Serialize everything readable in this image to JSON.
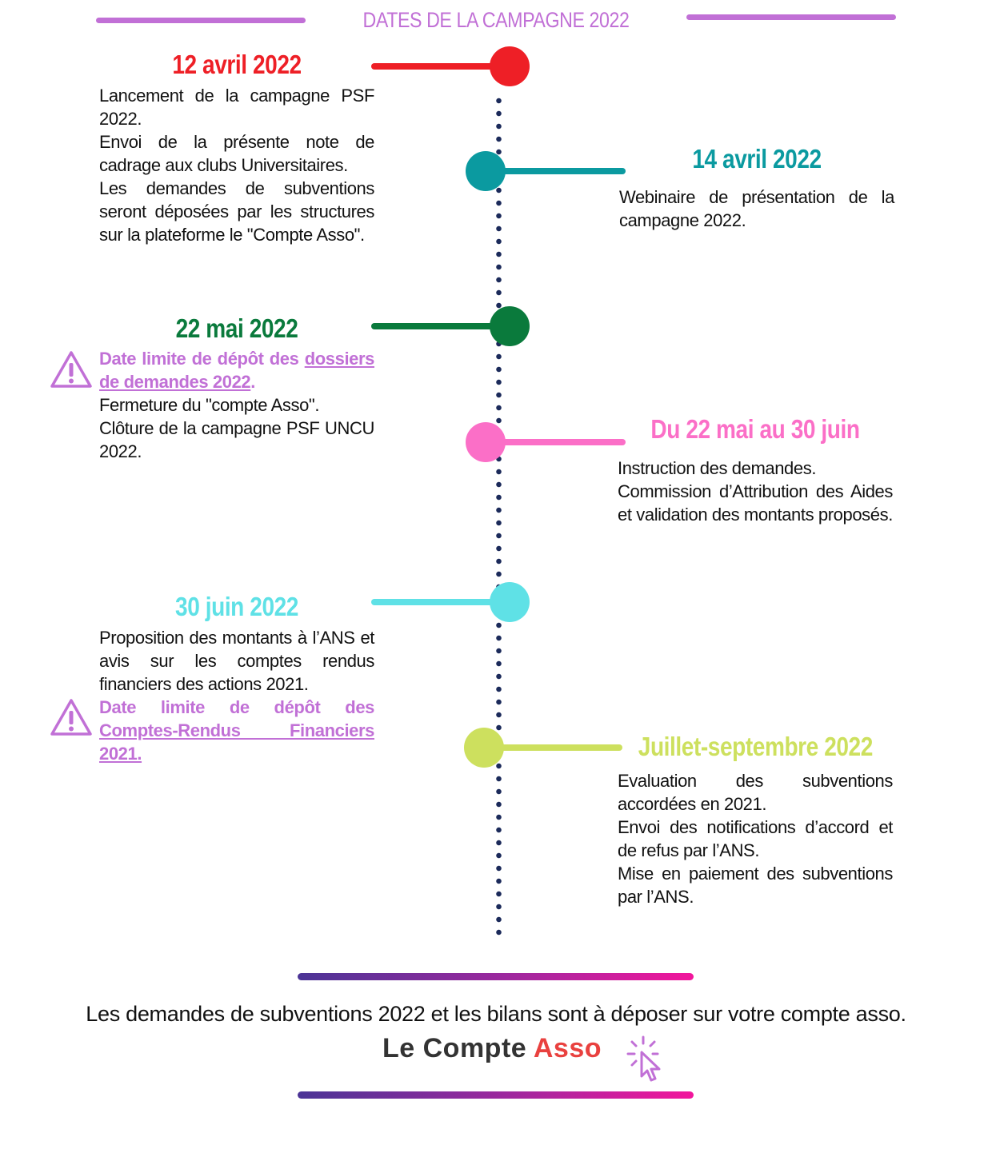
{
  "header": {
    "title": "DATES DE LA CAMPAGNE 2022"
  },
  "colors": {
    "header": "#c170d6",
    "e1": "#ee1f26",
    "e2": "#0b9aa0",
    "e3": "#0a7a3c",
    "e4": "#fb6fc7",
    "e5": "#5fe1e6",
    "e6": "#cde05e",
    "dots": "#1b2a5a",
    "warning": "#c170d6",
    "footer_gradient": [
      "#4b3496",
      "#a1279e",
      "#f2169c"
    ]
  },
  "events": [
    {
      "date": "12 avril 2022",
      "lines": [
        "Lancement de la campagne PSF 2022.",
        "Envoi de la présente note de cadrage aux clubs Universitaires.",
        "Les demandes de subventions seront déposées par les structures sur la plateforme le \"Compte Asso\"."
      ]
    },
    {
      "date": "14 avril 2022",
      "lines": [
        "Webinaire de présentation de la campagne 2022."
      ]
    },
    {
      "date": "22 mai 2022",
      "warning": {
        "prefix": "Date limite de dépôt des ",
        "link": "dossiers de demandes 2022",
        "suffix": "."
      },
      "lines": [
        "Fermeture du \"compte Asso\".",
        "Clôture de la campagne PSF UNCU 2022."
      ]
    },
    {
      "date": "Du 22 mai au 30 juin",
      "lines": [
        "Instruction des demandes.",
        "Commission d’Attribution des Aides et validation des montants proposés."
      ]
    },
    {
      "date": "30 juin 2022",
      "lines": [
        "Proposition des montants à l’ANS et avis sur les comptes rendus financiers des actions 2021."
      ],
      "warning": {
        "prefix": "Date limite de dépôt des ",
        "link": "Comptes-Rendus Financiers 2021.",
        "suffix": ""
      }
    },
    {
      "date": "Juillet-septembre 2022",
      "lines": [
        "Evaluation des subventions accordées en 2021.",
        "Envoi des notifications d’accord et de refus par l’ANS.",
        "Mise en paiement des subventions par l’ANS."
      ]
    }
  ],
  "footer": {
    "text": "Les demandes de subventions 2022 et les bilans sont à déposer sur votre compte asso.",
    "logo_part1": "Le Compte",
    "logo_part2": "Asso",
    "logo_icon": "cursor-click-icon"
  }
}
